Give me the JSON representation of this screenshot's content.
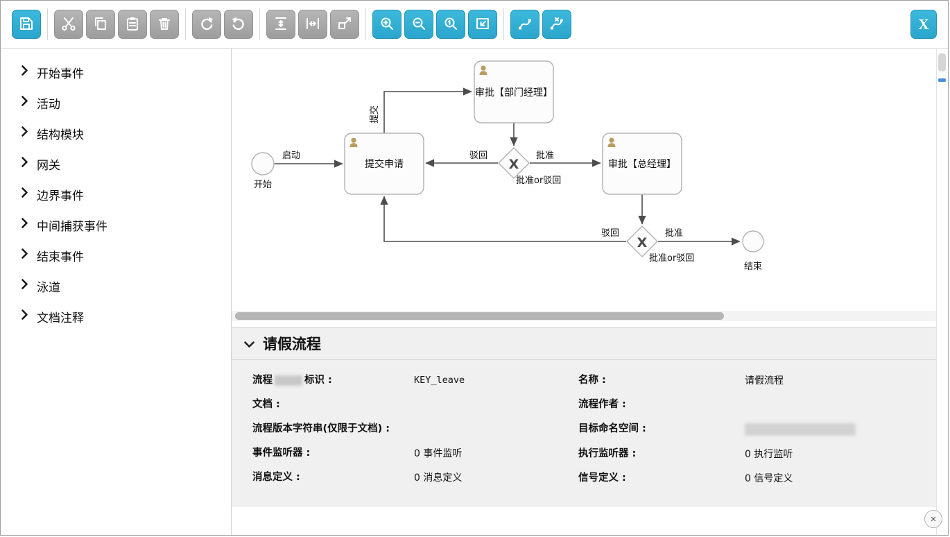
{
  "colors": {
    "accent": "#31afd4",
    "disabled": "#a8a8a8",
    "edge_line": "#4d4d4d",
    "node_border": "#b5b5b5",
    "person_icon": "#b79d5e",
    "panel_bg": "#f0f0f0"
  },
  "toolbar": {
    "close_label": "X",
    "icons": [
      "save-icon",
      "cut-icon",
      "copy-icon",
      "paste-icon",
      "trash-icon",
      "redo-icon",
      "undo-icon",
      "distribute-vertical-icon",
      "distribute-horizontal-icon",
      "resize-icon",
      "zoom-in-icon",
      "zoom-out-icon",
      "zoom-actual-icon",
      "zoom-fit-icon",
      "add-flow-icon",
      "edit-flow-icon"
    ]
  },
  "palette": {
    "items": [
      {
        "label": "开始事件"
      },
      {
        "label": "活动"
      },
      {
        "label": "结构模块"
      },
      {
        "label": "网关"
      },
      {
        "label": "边界事件"
      },
      {
        "label": "中间捕获事件"
      },
      {
        "label": "结束事件"
      },
      {
        "label": "泳道"
      },
      {
        "label": "文档注释"
      }
    ]
  },
  "diagram": {
    "start": {
      "label": "开始",
      "flow_label": "启动"
    },
    "tasks": {
      "submit": "提交申请",
      "dept_manager": "审批【部门经理】",
      "general_manager": "审批【总经理】"
    },
    "gateways": {
      "gw1_x": "X",
      "gw2_x": "X",
      "gw1_caption": "批准or驳回",
      "gw2_caption": "批准or驳回"
    },
    "edges": {
      "submit_up": "提交",
      "gw1_reject": "驳回",
      "gw1_approve": "批准",
      "gw2_reject": "驳回",
      "gw2_approve": "批准"
    },
    "end": {
      "label": "结束"
    }
  },
  "properties": {
    "title": "请假流程",
    "left": [
      {
        "label_pre": "流程",
        "label_post": "标识 :",
        "value": "KEY_leave"
      },
      {
        "label": "文档 :",
        "value": ""
      },
      {
        "label": "流程版本字符串(仅限于文档) :",
        "value": ""
      },
      {
        "label": "事件监听器 :",
        "value": "0 事件监听"
      },
      {
        "label": "消息定义 :",
        "value": "0 消息定义"
      }
    ],
    "right": [
      {
        "label": "名称 :",
        "value": "请假流程"
      },
      {
        "label": "流程作者 :",
        "value": ""
      },
      {
        "label": "目标命名空间 :",
        "value": ""
      },
      {
        "label": "执行监听器 :",
        "value": "0 执行监听"
      },
      {
        "label": "信号定义 :",
        "value": "0 信号定义"
      }
    ]
  },
  "page": {
    "close_label": "×"
  }
}
